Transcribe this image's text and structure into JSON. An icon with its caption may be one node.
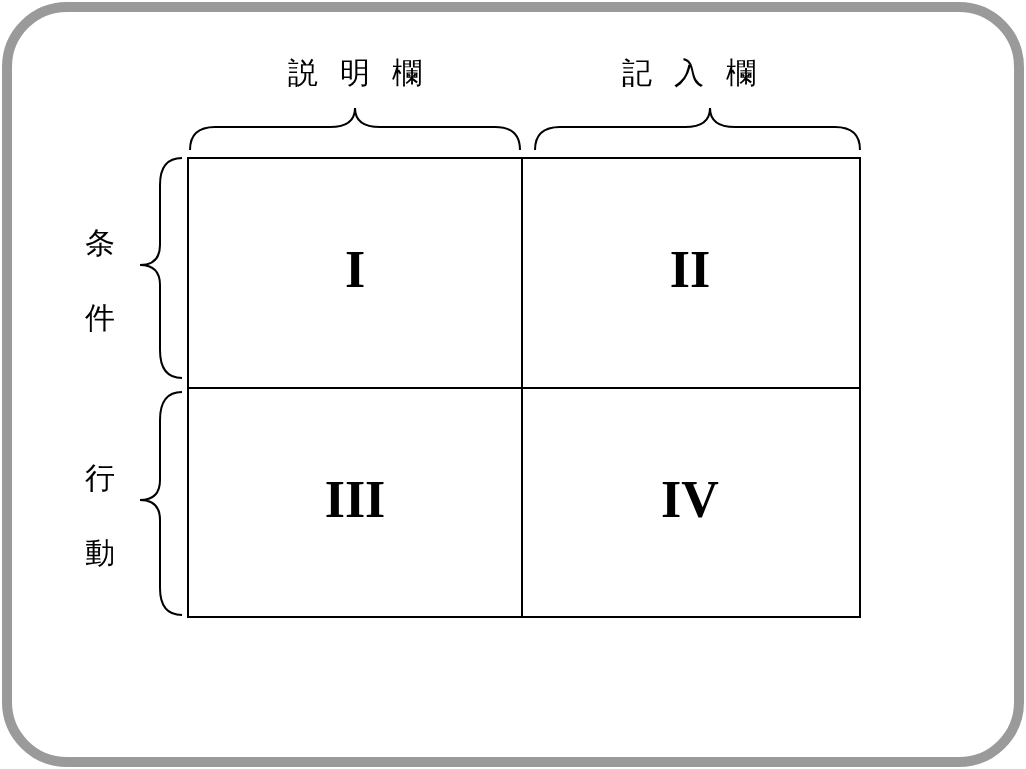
{
  "diagram": {
    "labels": [
      "説明欄",
      "記入欄",
      "条件",
      "I",
      "II",
      "行動",
      "III",
      "IV"
    ]
  }
}
